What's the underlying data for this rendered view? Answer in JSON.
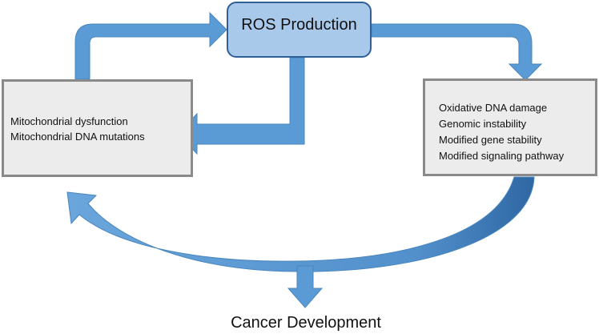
{
  "nodes": {
    "ros": "ROS Production",
    "left": [
      "Mitochondrial dysfunction",
      "Mitochondrial DNA mutations"
    ],
    "right": [
      "Oxidative DNA damage",
      "Genomic instability",
      "Modified gene stability",
      "Modified signaling pathway"
    ],
    "bottom": "Cancer Development"
  },
  "colors": {
    "arrow": "#5b9bd5",
    "arrow_dark": "#3f78b3",
    "ros_fill": "#a9c9ea",
    "ros_border": "#2f5f93",
    "box_fill": "#ececec",
    "box_border": "#8a8a8a"
  }
}
